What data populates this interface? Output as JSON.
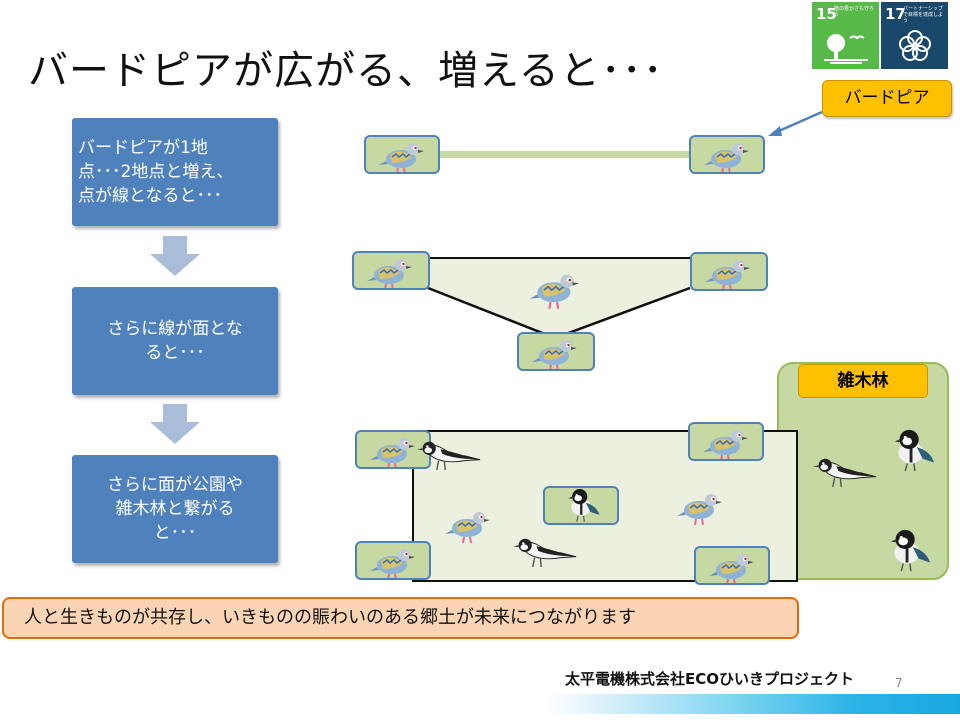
{
  "title": "バードピアが広がる、増えると･･･",
  "sdg_badges": [
    {
      "number": "15",
      "caption": "陸の豊かさも守ろう",
      "color": "#56b948",
      "icon": "tree-bird-icon"
    },
    {
      "number": "17",
      "caption": "パートナーシップで目標を達成しよう",
      "color": "#19486a",
      "icon": "flower-rings-icon"
    }
  ],
  "callout": {
    "label": "バードピア",
    "color": "#ffc000"
  },
  "steps": [
    {
      "text": "バードピアが1地\n点･･･2地点と増え、\n点が線となると･･･"
    },
    {
      "text": "さらに線が面とな\nると･･･"
    },
    {
      "text": "さらに面が公園や\n雑木林と繋がる\nと･･･"
    }
  ],
  "zoki_label": "雑木林",
  "banner": "人と生きものが共存し、いきものの賑わいのある郷土が未来につながります",
  "footer": {
    "company": "太平電機株式会社ECOひいきプロジェクト",
    "page": "7"
  },
  "colors": {
    "step_box": "#4f81bd",
    "arrow": "#a9bdd8",
    "green_fill": "#c6d9a2",
    "orange": "#ffc000",
    "banner_fill": "#fbd4b4"
  }
}
